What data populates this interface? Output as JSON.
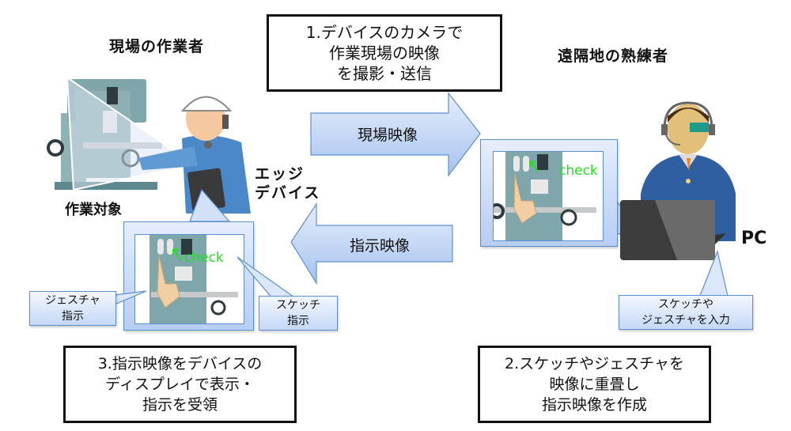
{
  "headings": {
    "field_worker": "現場の作業者",
    "remote_expert": "遠隔地の熟練者"
  },
  "labels": {
    "work_target": "作業対象",
    "edge_device_line1": "エッジ",
    "edge_device_line2": "デバイス",
    "pc": "PC"
  },
  "arrows": {
    "field_video": "現場映像",
    "instruction_video": "指示映像"
  },
  "steps": [
    {
      "lines": [
        "1.デバイスのカメラで",
        "作業現場の映像",
        "を撮影・送信"
      ]
    },
    {
      "lines": [
        "2.スケッチやジェスチャを",
        "映像に重畳し",
        "指示映像を作成"
      ]
    },
    {
      "lines": [
        "3.指示映像をデバイスの",
        "ディスプレイで表示・",
        "指示を受領"
      ]
    }
  ],
  "callouts": {
    "gesture": [
      "ジェスチャ",
      "指示"
    ],
    "sketch": [
      "スケッチ",
      "指示"
    ],
    "input": [
      "スケッチや",
      "ジェスチャを入力"
    ]
  },
  "annotation_text": "check",
  "colors": {
    "arrow_fill_top": "#e3ecfb",
    "arrow_fill_bottom": "#a9c4f0",
    "arrow_stroke": "#5b8fd0",
    "annotation_green": "#22e022",
    "machine_teal": "#7fa7ab",
    "worker_shirt": "#4a88c8",
    "expert_suit": "#2f5fa0",
    "laptop_dark": "#3a3a3a"
  }
}
